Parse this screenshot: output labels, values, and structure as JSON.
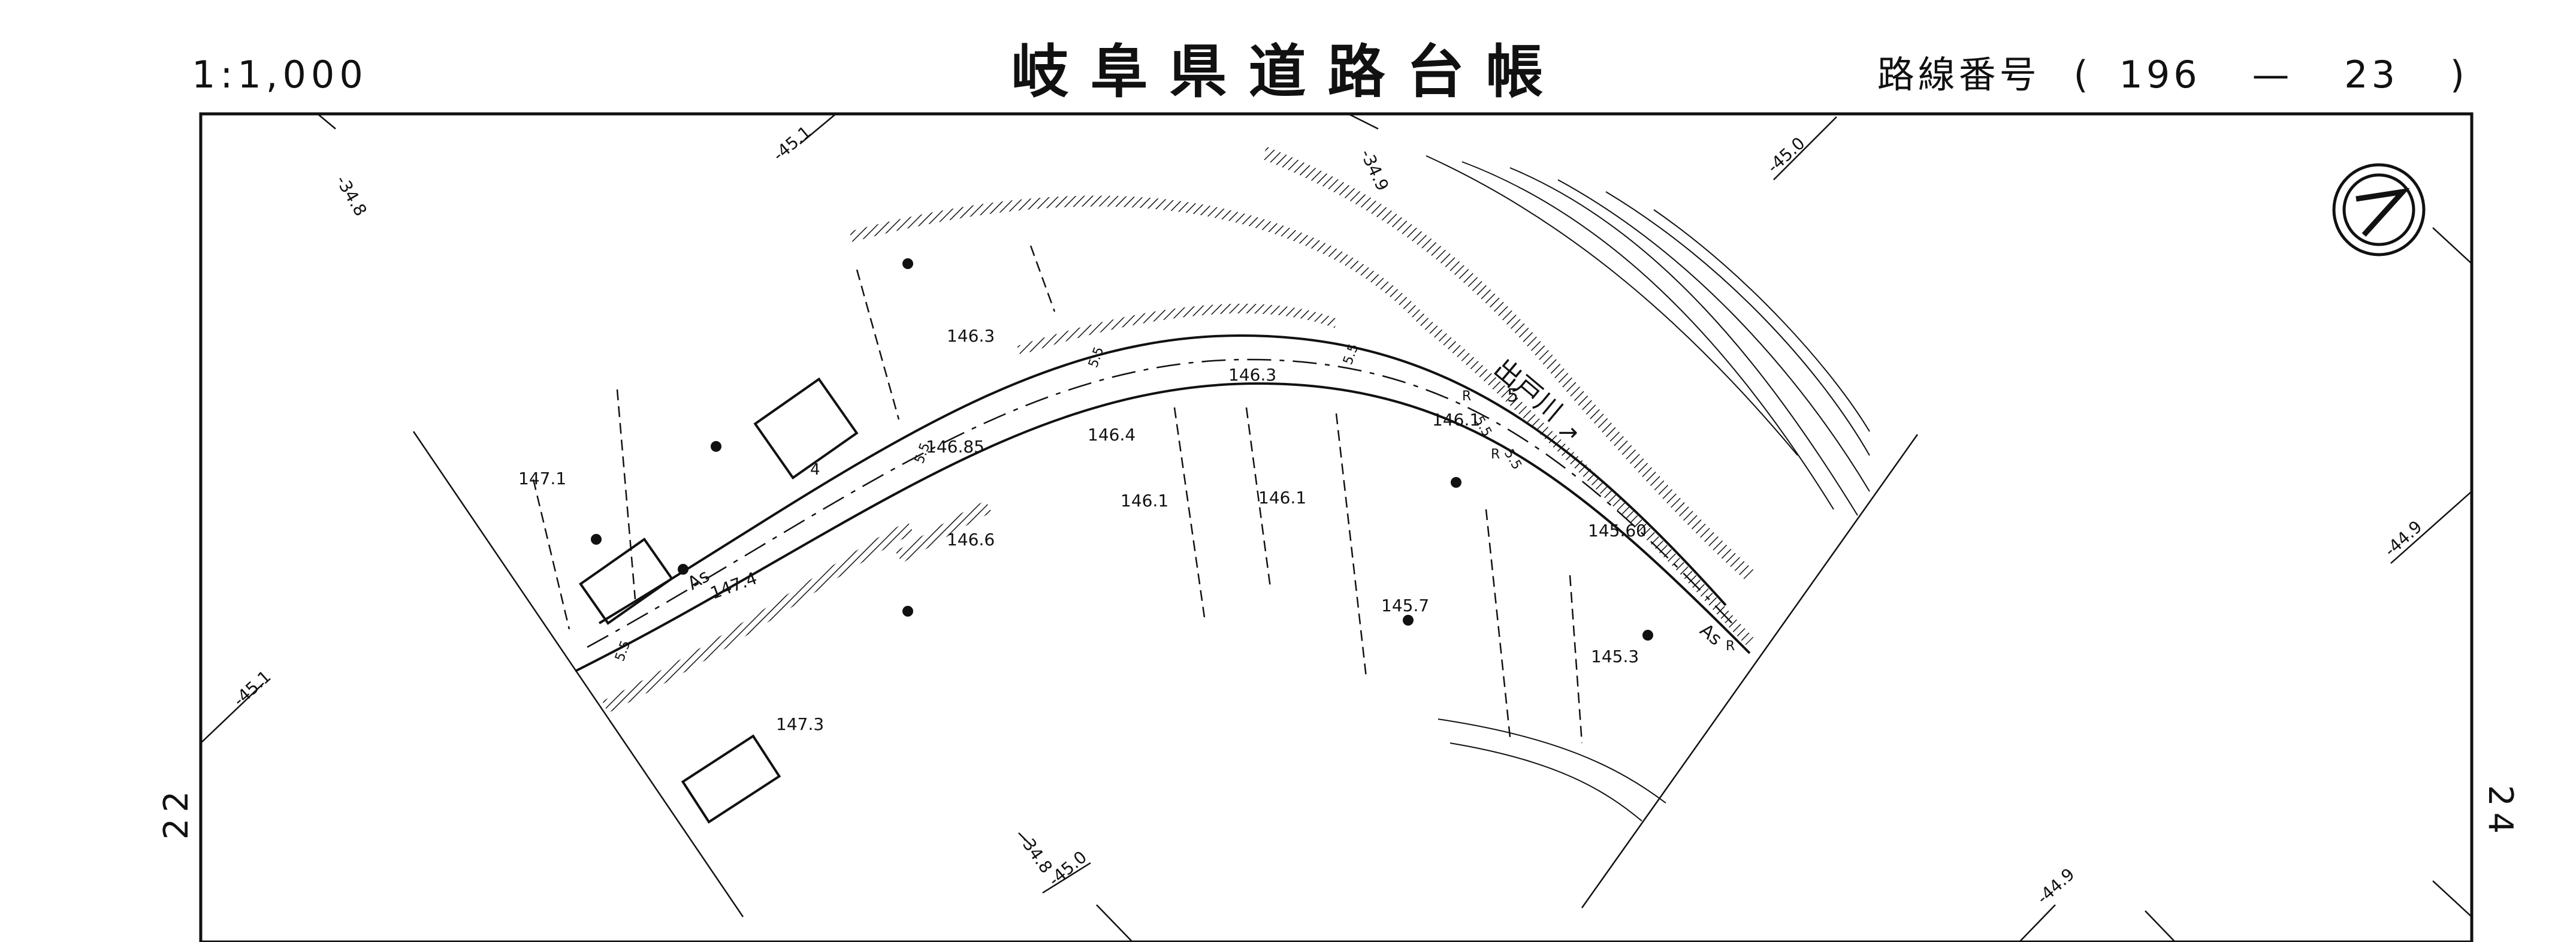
{
  "header": {
    "scale": "1:1,000",
    "title": "岐阜県道路台帳",
    "route_label": "路線番号",
    "route_number": "196",
    "route_sheet": "23",
    "open_paren": "(",
    "close_paren": ")",
    "dash": "—"
  },
  "adjacent_sheets": {
    "left": "22",
    "right": "24"
  },
  "map_labels": {
    "river_name": "出戸川",
    "grid_34_8_top": "-34.8",
    "grid_34_9": "-34.9",
    "grid_45_1_top": "-45.1",
    "grid_45_0_top": "-45.0",
    "grid_44_9_right": "-44.9",
    "grid_45_1_left": "-45.1",
    "grid_34_8_bottom": "-34.8",
    "grid_45_0_bottom": "-45.0",
    "grid_44_9_bottom": "-44.9",
    "elev_146_3a": "146.3",
    "elev_146_3b": "146.3",
    "elev_146_85": "146.85",
    "elev_146_4": "146.4",
    "elev_146_1a": "146.1",
    "elev_146_1b": "146.1",
    "elev_146_1c": "146.1",
    "elev_147_1": "147.1",
    "elev_146_6": "146.6",
    "elev_147_4": "147.4",
    "elev_147_3": "147.3",
    "elev_145_7": "145.7",
    "elev_145_3": "145.3",
    "elev_145_60": "145.60",
    "width_5_5a": "5.5",
    "width_5_5b": "5.5",
    "width_5_5c": "5.5",
    "width_5_5d": "5.5",
    "width_5_5e": "5.5",
    "width_5_5f": "5.5",
    "pavement_as_a": "As",
    "pavement_as_b": "As",
    "number_5": "5",
    "number_4": "4",
    "mark_r_a": "R",
    "mark_r_b": "R",
    "mark_r_c": "R"
  },
  "colors": {
    "ink": "#111111",
    "paper": "#ffffff"
  }
}
